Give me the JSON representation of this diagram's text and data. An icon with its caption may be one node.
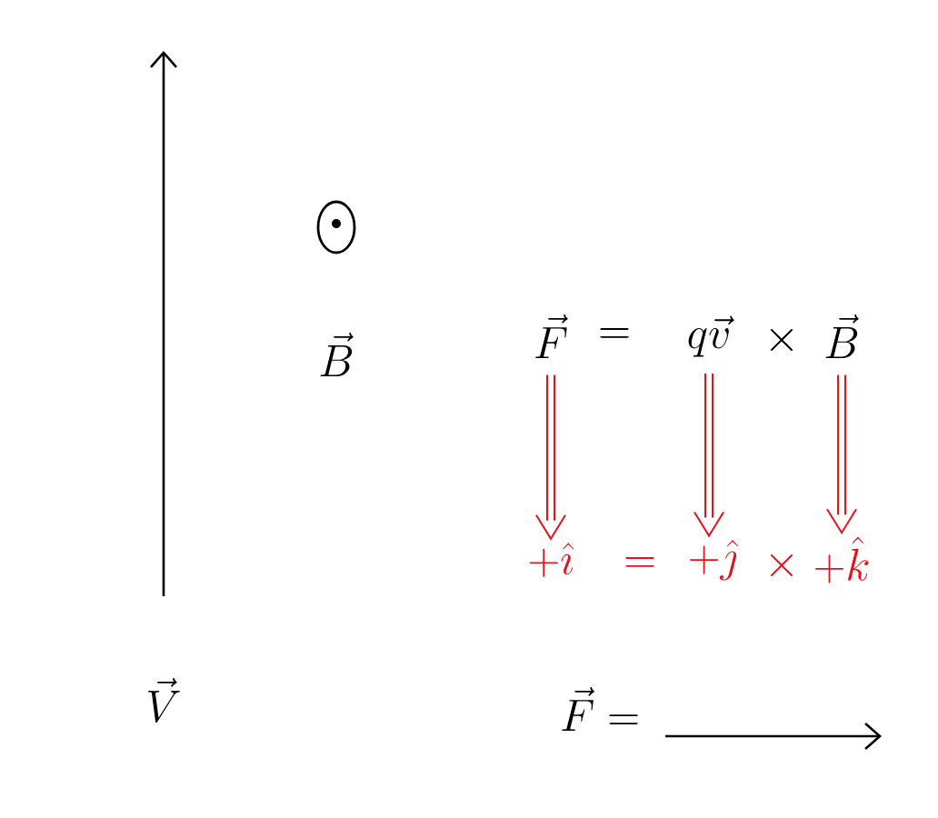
{
  "diagram": {
    "nodes": [
      {
        "text": [
          "\\vec{F}"
        ]
      },
      {
        "text": [
          "q\\vec{v}"
        ]
      },
      {
        "text": [
          "\\vec{B}"
        ]
      },
      {
        "text": [
          "+\\hat{\\imath}"
        ]
      },
      {
        "text": [
          "+\\hat{\\jmath}"
        ]
      },
      {
        "text": [
          "+\\hat{k}"
        ]
      }
    ],
    "edges": [
      {
        "from": 0,
        "to": 3,
        "arrow": "to"
      },
      {
        "from": 1,
        "to": 4,
        "arrow": "to"
      },
      {
        "from": 2,
        "to": 5,
        "arrow": "to"
      }
    ],
    "labels": [
      "\\vec{B}",
      "=",
      "\\times",
      "=",
      "\\times",
      "\\vec{V}",
      "\\vec{F} ="
    ]
  }
}
